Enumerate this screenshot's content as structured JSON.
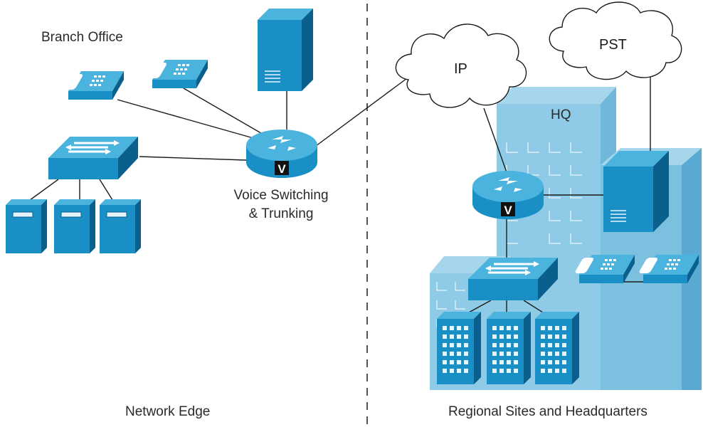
{
  "labels": {
    "branch_office": "Branch Office",
    "voice_switching_line1": "Voice Switching",
    "voice_switching_line2": "& Trunking",
    "network_edge": "Network Edge",
    "regional_sites": "Regional Sites and Headquarters",
    "hq": "HQ",
    "cloud_ip": "IP",
    "cloud_pst": "PST",
    "router_badge": "V"
  },
  "colors": {
    "device_blue": "#1a8fc6",
    "device_top": "#4ab3de",
    "device_dark": "#0b5f8c",
    "building_light": "#8fcbe6",
    "building_mid": "#6fb8dc",
    "building_dark": "#4f9fc8",
    "line": "#1a1a1a"
  }
}
